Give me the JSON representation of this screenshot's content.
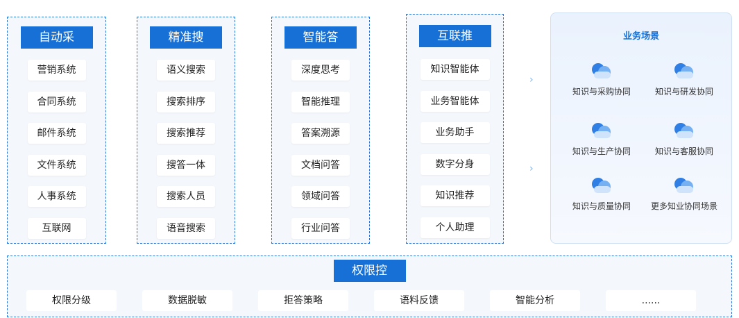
{
  "columns": [
    {
      "title": "自动采",
      "items": [
        "营销系统",
        "合同系统",
        "邮件系统",
        "文件系统",
        "人事系统",
        "互联网"
      ]
    },
    {
      "title": "精准搜",
      "items": [
        "语义搜索",
        "搜索排序",
        "搜索推荐",
        "搜答一体",
        "搜索人员",
        "语音搜索"
      ]
    },
    {
      "title": "智能答",
      "items": [
        "深度思考",
        "智能推理",
        "答案溯源",
        "文档问答",
        "领域问答",
        "行业问答"
      ]
    },
    {
      "title": "互联推",
      "items": [
        "知识智能体",
        "业务智能体",
        "业务助手",
        "数字分身",
        "知识推荐",
        "个人助理"
      ]
    }
  ],
  "scenes": {
    "title": "业务场景",
    "items": [
      "知识与采购协同",
      "知识与研发协同",
      "知识与生产协同",
      "知识与客服协同",
      "知识与质量协同",
      "更多知业协同场景"
    ],
    "icon": "cloud-icon"
  },
  "permissions": {
    "title": "权限控",
    "items": [
      "权限分级",
      "数据脱敏",
      "拒答策略",
      "语料反馈",
      "智能分析",
      "......"
    ]
  },
  "colors": {
    "accent": "#1670d6",
    "border": "#2b73d6",
    "panel": "#f4f7fc"
  }
}
